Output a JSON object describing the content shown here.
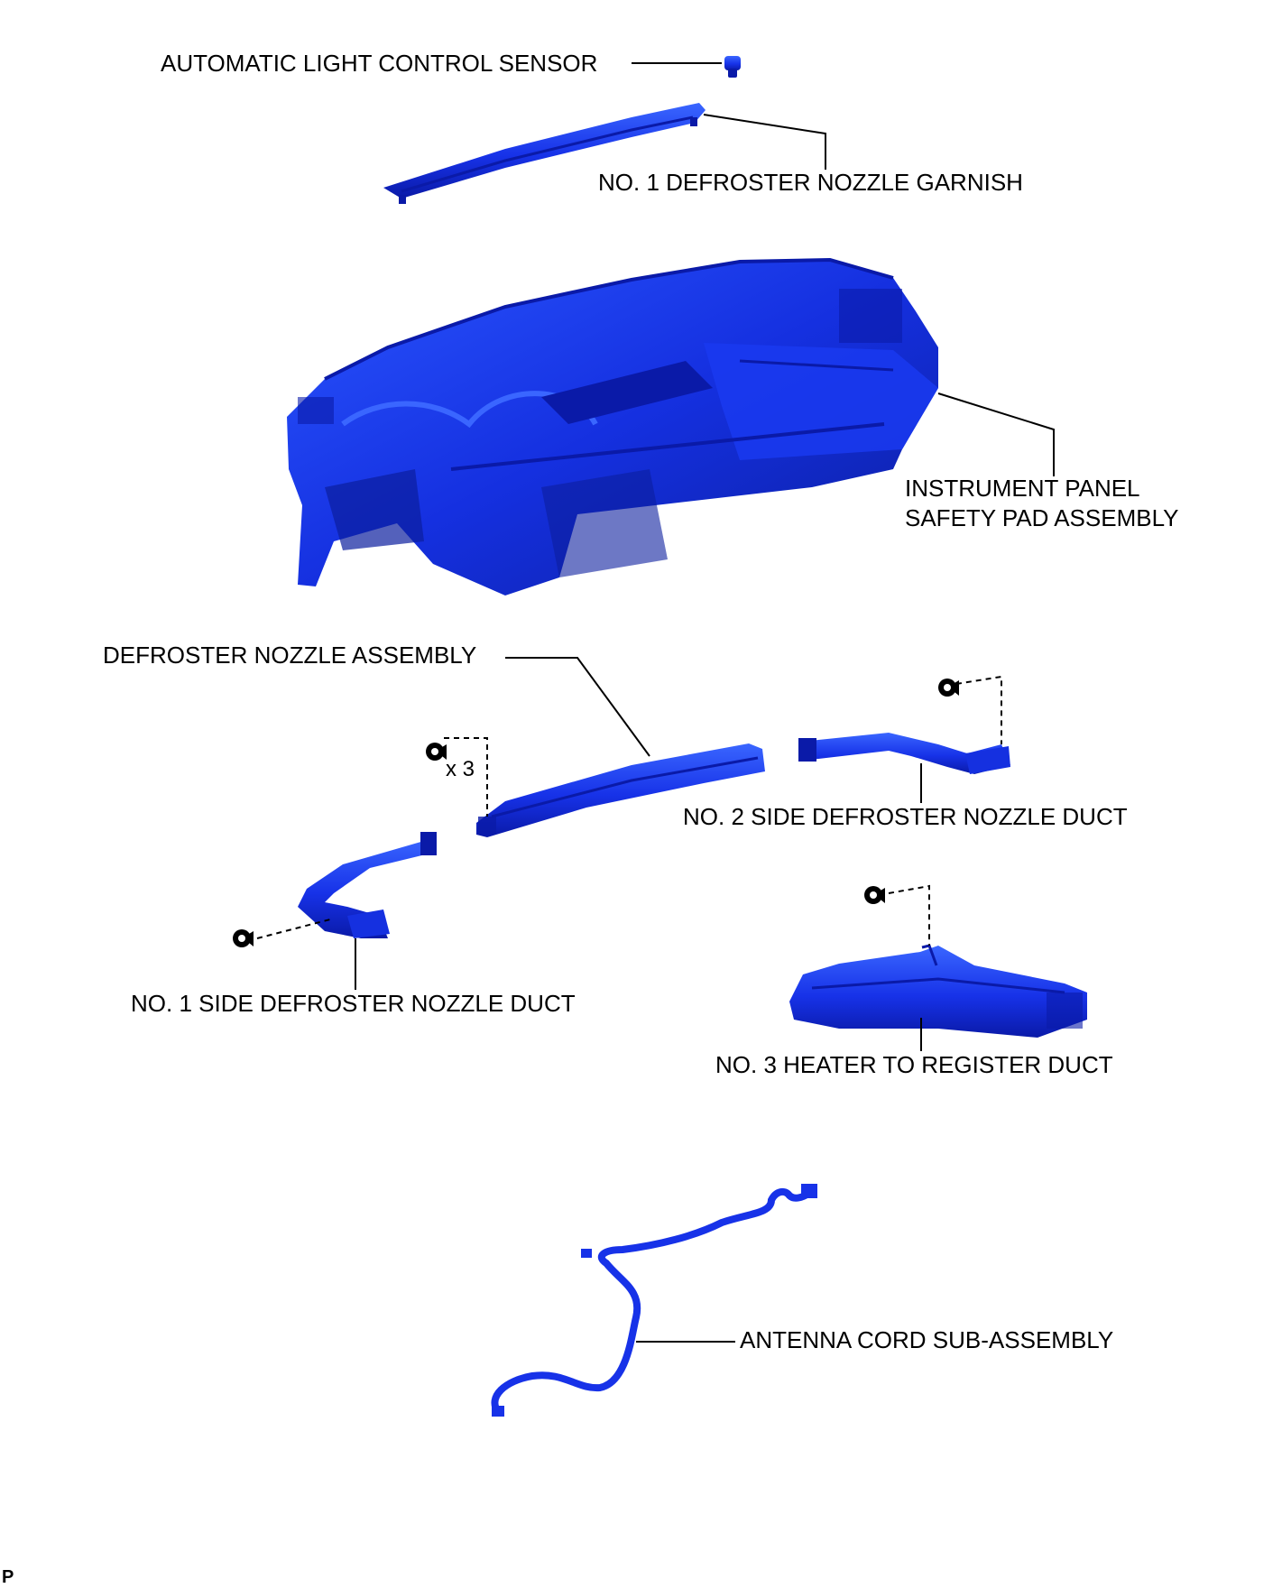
{
  "colors": {
    "part": "#1732e8",
    "part_dark": "#0a1aa8",
    "part_light": "#3a66ff",
    "leader": "#000000"
  },
  "labels": {
    "sensor": "AUTOMATIC LIGHT CONTROL SENSOR",
    "garnish": "NO. 1 DEFROSTER NOZZLE GARNISH",
    "pad_line1": "INSTRUMENT PANEL",
    "pad_line2": "SAFETY PAD ASSEMBLY",
    "nozzle_assembly": "DEFROSTER NOZZLE ASSEMBLY",
    "screw_qty": "x 3",
    "side_duct_2": "NO. 2 SIDE DEFROSTER NOZZLE DUCT",
    "side_duct_1": "NO. 1 SIDE DEFROSTER NOZZLE DUCT",
    "heater_duct": "NO. 3 HEATER TO REGISTER DUCT",
    "antenna": "ANTENNA CORD SUB-ASSEMBLY",
    "corner_mark": "P"
  },
  "icons": {
    "screw": "clip-screw-icon"
  }
}
